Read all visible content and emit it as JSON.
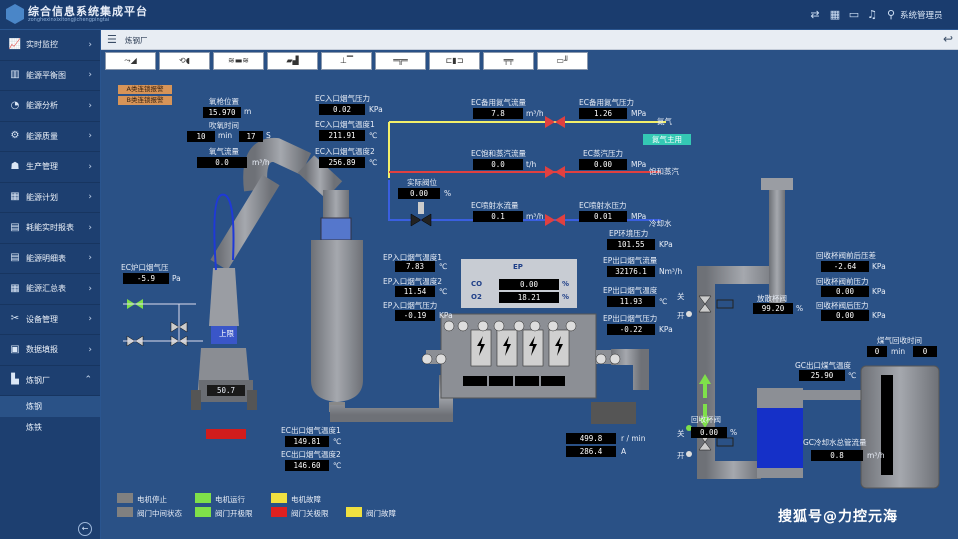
{
  "header": {
    "title": "综合信息系统集成平台",
    "subtitle": "zonghexinxixitongjichengpingtai",
    "user": "系统管理员"
  },
  "sidebar": {
    "items": [
      {
        "label": "实时监控",
        "icon": "chart-line-icon",
        "glyph": "📈"
      },
      {
        "label": "能源平衡图",
        "icon": "bar-chart-icon",
        "glyph": "▥"
      },
      {
        "label": "能源分析",
        "icon": "pie-chart-icon",
        "glyph": "◔"
      },
      {
        "label": "能源质量",
        "icon": "network-icon",
        "glyph": "⚙"
      },
      {
        "label": "生产管理",
        "icon": "user-icon",
        "glyph": "☗"
      },
      {
        "label": "能源计划",
        "icon": "calendar-icon",
        "glyph": "▦"
      },
      {
        "label": "耗能实时报表",
        "icon": "report-icon",
        "glyph": "▤"
      },
      {
        "label": "能源明细表",
        "icon": "list-icon",
        "glyph": "▤"
      },
      {
        "label": "能源汇总表",
        "icon": "summary-icon",
        "glyph": "▦"
      },
      {
        "label": "设备管理",
        "icon": "tools-icon",
        "glyph": "✂"
      },
      {
        "label": "数据填报",
        "icon": "edit-icon",
        "glyph": "▣"
      },
      {
        "label": "炼钢厂",
        "icon": "factory-icon",
        "glyph": "▙"
      }
    ],
    "subitems": [
      "炼钢",
      "炼铁"
    ]
  },
  "tab": {
    "title": "炼钢厂"
  },
  "alarms": [
    "A类连锁报警",
    "B类连锁报警"
  ],
  "values": {
    "lance_pos": {
      "label": "氧枪位置",
      "value": "15.970",
      "unit": "m"
    },
    "blow_time": {
      "label": "吹氧时间",
      "min": "10",
      "min_unit": "min",
      "sec": "17",
      "sec_unit": "S"
    },
    "o2_flow": {
      "label": "氧气流量",
      "value": "0.0",
      "unit": "m³/h"
    },
    "ec_in_press": {
      "label": "EC入口烟气压力",
      "value": "0.02",
      "unit": "KPa"
    },
    "ec_in_temp1": {
      "label": "EC入口烟气温度1",
      "value": "211.91",
      "unit": "℃"
    },
    "ec_in_temp2": {
      "label": "EC入口烟气温度2",
      "value": "256.89",
      "unit": "℃"
    },
    "n2_flow": {
      "label": "EC备用氮气流量",
      "value": "7.8",
      "unit": "m³/h"
    },
    "n2_press": {
      "label": "EC备用氮气压力",
      "value": "1.26",
      "unit": "MPa"
    },
    "n2_tag": "氮气",
    "n2_main": "氮气主用",
    "steam_flow": {
      "label": "EC饱和蒸汽流量",
      "value": "0.0",
      "unit": "t/h"
    },
    "steam_press": {
      "label": "EC蒸汽压力",
      "value": "0.00",
      "unit": "MPa"
    },
    "steam_tag": "饱和蒸汽",
    "valve_pos": {
      "label": "实际阀位",
      "value": "0.00",
      "unit": "%"
    },
    "spray_flow": {
      "label": "EC喷射水流量",
      "value": "0.1",
      "unit": "m³/h"
    },
    "spray_press": {
      "label": "EC喷射水压力",
      "value": "0.01",
      "unit": "MPa"
    },
    "cool_tag": "冷却水",
    "ep_env_press": {
      "label": "EP环境压力",
      "value": "101.55",
      "unit": "KPa"
    },
    "ep_out_flow": {
      "label": "EP出口烟气流量",
      "value": "32176.1",
      "unit": "Nm³/h"
    },
    "ep_out_temp": {
      "label": "EP出口烟气温度",
      "value": "11.93",
      "unit": "℃"
    },
    "ep_out_press": {
      "label": "EP出口烟气压力",
      "value": "-0.22",
      "unit": "KPa"
    },
    "ep_in_temp1": {
      "label": "EP入口烟气温度1",
      "value": "7.83",
      "unit": "℃"
    },
    "ep_in_temp2": {
      "label": "EP入口烟气温度2",
      "value": "11.54",
      "unit": "℃"
    },
    "ep_in_press": {
      "label": "EP入口烟气压力",
      "value": "-0.19",
      "unit": "KPa"
    },
    "furnace_press": {
      "label": "EC炉口烟气压",
      "value": "-5.9",
      "unit": "Pa"
    },
    "ec_out_temp1": {
      "label": "EC出口烟气温度1",
      "value": "149.81",
      "unit": "℃"
    },
    "ec_out_temp2": {
      "label": "EC出口烟气温度2",
      "value": "146.60",
      "unit": "℃"
    },
    "converter_angle": {
      "value": "50.7"
    },
    "fan_speed": {
      "value": "499.8",
      "unit": "r / min"
    },
    "fan_current": {
      "value": "286.4",
      "unit": "A"
    },
    "recovery_valve": {
      "label": "回收杯阀",
      "value": "0.00",
      "unit": "%"
    },
    "bleed_valve": {
      "label": "放散杯阀",
      "value": "99.20",
      "unit": "%"
    },
    "rec_press_diff": {
      "label": "回收杯阀前后压差",
      "value": "-2.64",
      "unit": "KPa"
    },
    "rec_press_before": {
      "label": "回收杯阀前压力",
      "value": "0.00",
      "unit": "KPa"
    },
    "rec_press_after": {
      "label": "回收杯阀后压力",
      "value": "0.00",
      "unit": "KPa"
    },
    "gas_rec_time": {
      "label": "煤气回收时间",
      "min": "0",
      "min_unit": "min",
      "sec": "0"
    },
    "gc_gas_temp": {
      "label": "GC出口煤气温度",
      "value": "25.90",
      "unit": "℃"
    },
    "gc_cool_flow": {
      "label": "GC冷却水总管流量",
      "value": "0.8",
      "unit": "m³/h"
    },
    "open_tag": "开",
    "close_tag": "关",
    "ep_title": "EP",
    "ep_co": {
      "label": "CO",
      "value": "0.00",
      "unit": "%"
    },
    "ep_o2": {
      "label": "O2",
      "value": "18.21",
      "unit": "%"
    },
    "shang_tag": "上限"
  },
  "legend": [
    {
      "label": "电机停止",
      "color": "#808080"
    },
    {
      "label": "电机运行",
      "color": "#7fe04a"
    },
    {
      "label": "电机故障",
      "color": "#f0e040"
    },
    {
      "label": "阀门中间状态",
      "color": "#808080"
    },
    {
      "label": "阀门开极限",
      "color": "#7fe04a"
    },
    {
      "label": "阀门关极限",
      "color": "#e02020"
    },
    {
      "label": "阀门故障",
      "color": "#f0e040"
    }
  ],
  "watermark": "搜狐号@力控元海",
  "colors": {
    "pipe": "#8e9198",
    "bg": "#2a5186",
    "yellow_line": "#f3ef6a",
    "red_line": "#e04040",
    "blue_line": "#3a5fe0"
  }
}
